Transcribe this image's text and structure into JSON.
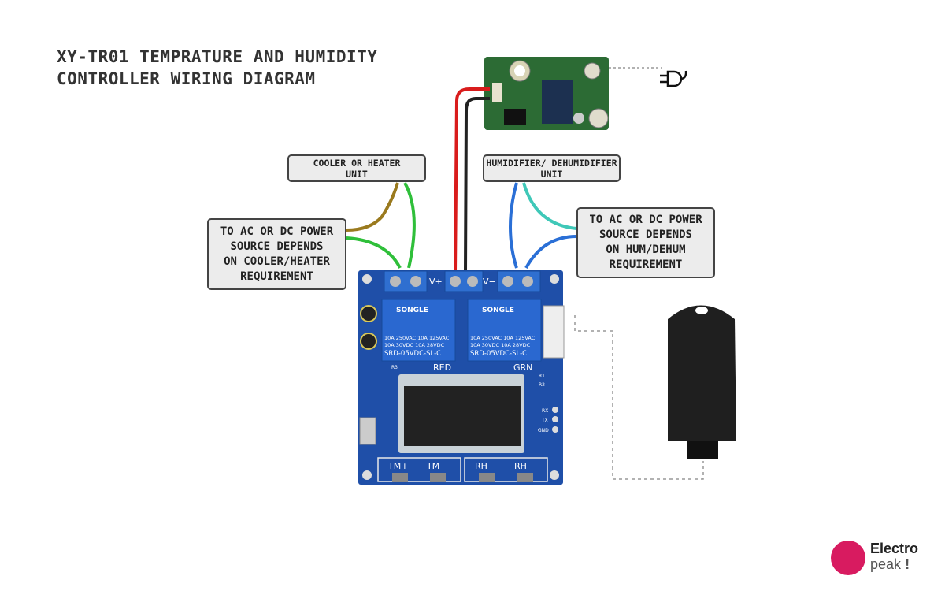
{
  "title": {
    "line1": "XY-TR01 TEMPRATURE AND HUMIDITY",
    "line2": "CONTROLLER WIRING DIAGRAM"
  },
  "labels": {
    "cooler_unit": [
      "COOLER OR HEATER",
      "UNIT"
    ],
    "humidifier_unit": [
      "HUMIDIFIER/ DEHUMIDIFIER",
      "UNIT"
    ],
    "left_power": [
      "TO AC OR DC POWER",
      "SOURCE DEPENDS",
      "ON COOLER/HEATER",
      "REQUIREMENT"
    ],
    "right_power": [
      "TO AC OR DC POWER",
      "SOURCE DEPENDS",
      "ON HUM/DEHUM",
      "REQUIREMENT"
    ]
  },
  "board": {
    "terminals": [
      "V+",
      "V−"
    ],
    "relay": {
      "brand": "SONGLE",
      "rating1": "10A 250VAC  10A 125VAC",
      "rating2": "10A 30VDC  10A 28VDC",
      "model": "SRD-05VDC-SL-C"
    },
    "led_left": "RED",
    "led_right": "GRN",
    "pins": [
      "RX",
      "TX",
      "GND"
    ],
    "resistors": [
      "R1",
      "R2",
      "R3"
    ],
    "buttons": [
      "TM+",
      "TM−",
      "RH+",
      "RH−"
    ]
  },
  "logo": {
    "line1": "Electro",
    "line2": "peak",
    "mark": "!"
  },
  "colors": {
    "board": "#1f4fa8",
    "terminal": "#2f6fd0",
    "red_wire": "#d91c1c",
    "brown_wire": "#9a7a1e",
    "green_wire": "#2fbf3a",
    "blue_wire": "#2a6fd6",
    "cyan_wire": "#3fc8b8",
    "logo": "#d81b60"
  }
}
